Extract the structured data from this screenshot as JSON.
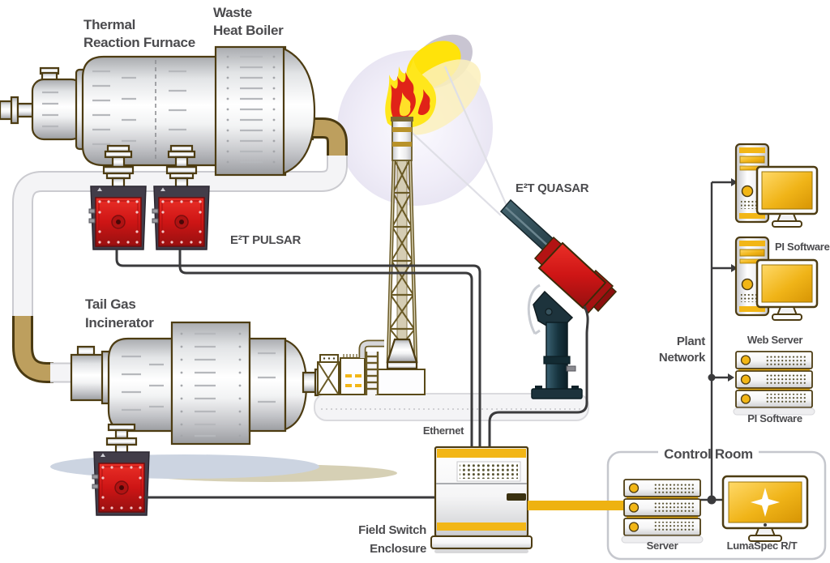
{
  "diagram": {
    "type": "process-diagram",
    "description": "Sulfur plant flare and tail-gas monitoring system with E2T analyzers networked to a control room",
    "labels": {
      "thermal_furnace_1": "Thermal",
      "thermal_furnace_2": "Reaction Furnace",
      "waste_heat_boiler_1": "Waste",
      "waste_heat_boiler_2": "Heat Boiler",
      "pulsar": "E²T PULSAR",
      "quasar": "E²T QUASAR",
      "tail_gas_1": "Tail Gas",
      "tail_gas_2": "Incinerator",
      "ethernet": "Ethernet",
      "field_switch_1": "Field Switch",
      "field_switch_2": "Enclosure",
      "control_room": "Control Room",
      "server": "Server",
      "lumaspec": "LumaSpec R/T",
      "plant_network_1": "Plant",
      "plant_network_2": "Network",
      "pi_software_workstations": "PI Software",
      "web_server": "Web Server",
      "pi_software_server": "PI Software"
    },
    "colors": {
      "label_text": "#4b4b4e",
      "accent_gold": "#f2b616",
      "analyzer_red": "#ce1515",
      "cable_dark": "#3a3a3c",
      "cable_gold": "#eeb211",
      "control_room_border": "#c5c7cd"
    }
  }
}
